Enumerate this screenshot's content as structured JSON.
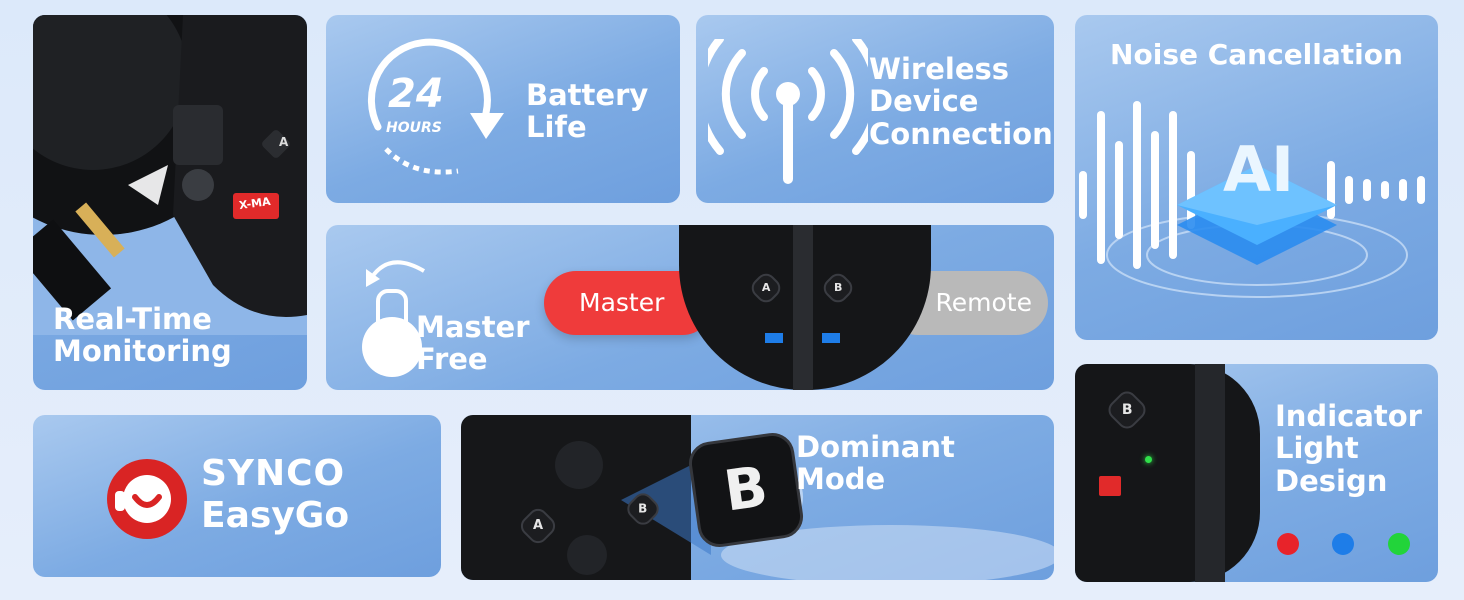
{
  "tiles": {
    "monitoring": {
      "title_line1": "Real-Time",
      "title_line2": "Monitoring",
      "chip_text": "X-MA",
      "key_label": "A"
    },
    "battery": {
      "hours_number": "24",
      "hours_word": "HOURS",
      "title_line1": "Battery",
      "title_line2": "Life"
    },
    "wireless": {
      "title_line1": "Wireless",
      "title_line2": "Device",
      "title_line3": "Connection"
    },
    "noise": {
      "title": "Noise Cancellation",
      "ai_text": "AI"
    },
    "master": {
      "title_line1": "Master",
      "title_line2": "Free",
      "pill_master": "Master",
      "pill_remote": "Remote",
      "key_a": "A",
      "key_b": "B"
    },
    "logo": {
      "brand": "SYNCO",
      "product": "EasyGo"
    },
    "dominant": {
      "title": "Dominant Mode",
      "key_b": "B",
      "small_b": "B",
      "small_a": "A"
    },
    "indicator": {
      "title_line1": "Indicator",
      "title_line2": "Light",
      "title_line3": "Design",
      "key_b": "B",
      "dots": [
        {
          "color": "#e8232a",
          "name": "red"
        },
        {
          "color": "#1e7de8",
          "name": "blue"
        },
        {
          "color": "#22d43a",
          "name": "green"
        }
      ]
    }
  },
  "colors": {
    "accent_red": "#ef3b3b",
    "tile_blue": "#7dabe3",
    "device_black": "#151618"
  }
}
